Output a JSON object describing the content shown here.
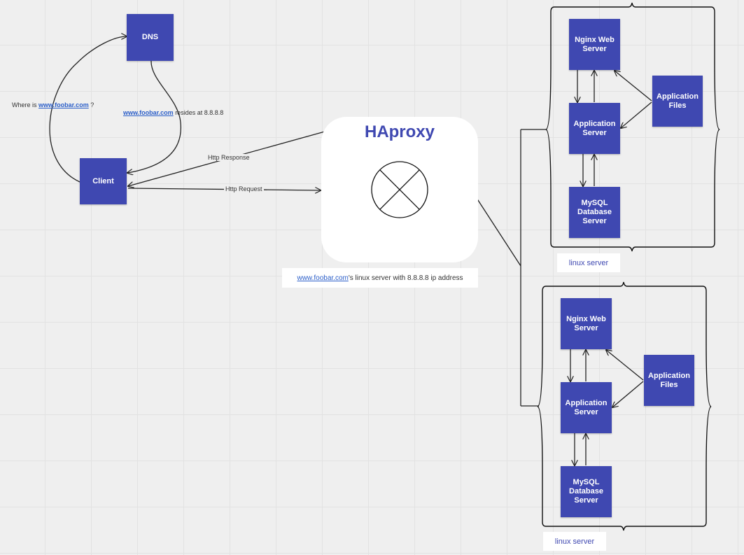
{
  "client_side": {
    "dns": "DNS",
    "client": "Client",
    "where_prefix": "Where is ",
    "where_link": "www.foobar.com",
    "where_suffix": " ?",
    "resides_link": "www.foobar.com",
    "resides_text": " resides at 8.8.8.8",
    "http_response": "Http Response",
    "http_request": "Http Request"
  },
  "haproxy": {
    "title": "HAproxy",
    "caption_link": "www.foobar.com",
    "caption_text": "'s linux server with 8.8.8.8 ip address"
  },
  "servers": [
    {
      "nginx": "Nginx Web\nServer",
      "app_server": "Application\nServer",
      "app_files": "Application\nFiles",
      "mysql": "MySQL\nDatabase\nServer",
      "label": "linux server"
    },
    {
      "nginx": "Nginx Web\nServer",
      "app_server": "Application\nServer",
      "app_files": "Application\nFiles",
      "mysql": "MySQL\nDatabase\nServer",
      "label": "linux server"
    }
  ],
  "colors": {
    "node_fill": "#3f48b1",
    "link": "#2c5fc9",
    "canvas": "#efefef"
  }
}
